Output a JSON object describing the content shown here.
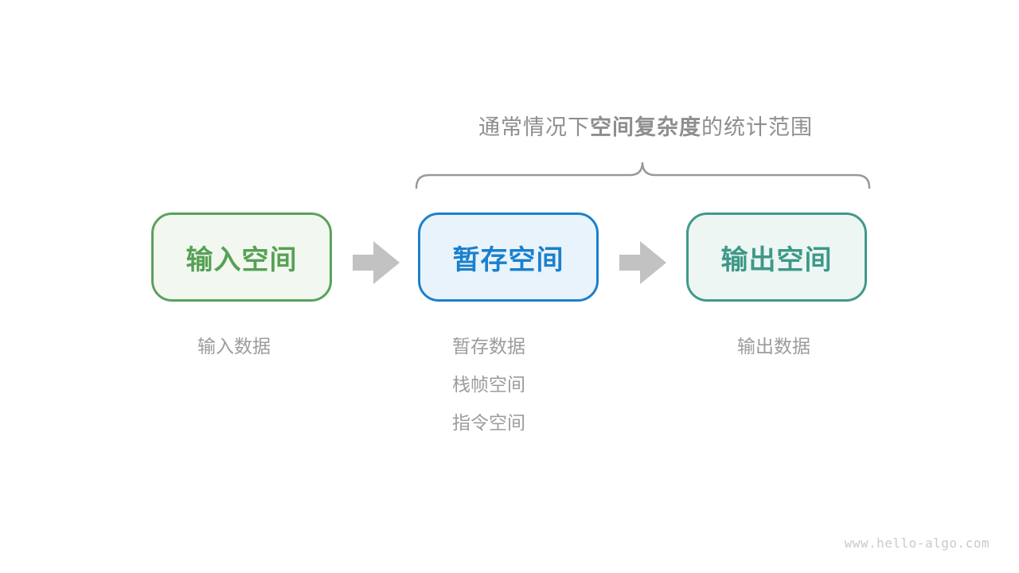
{
  "page": {
    "background": "#ffffff",
    "watermark": "www.hello-algo.com",
    "watermark_color": "#c9c9c9"
  },
  "title": {
    "prefix": "通常情况下",
    "emphasis": "空间复杂度",
    "suffix": "的统计范围",
    "color": "#8e8e8e"
  },
  "brace": {
    "color": "#999999",
    "covers": "暂存空间 + 输出空间"
  },
  "arrows": {
    "color": "#c2c2c2",
    "direction": "right"
  },
  "boxes": [
    {
      "label": "输入空间",
      "border": "#5BA15C",
      "fill": "#F2F8EF",
      "text_color": "#56A156"
    },
    {
      "label": "暂存空间",
      "border": "#1D80CA",
      "fill": "#E9F3FB",
      "text_color": "#1A80CD"
    },
    {
      "label": "输出空间",
      "border": "#40998B",
      "fill": "#EDF6F3",
      "text_color": "#3E9889"
    }
  ],
  "annotations": {
    "color": "#9c9c9c",
    "input": "输入数据",
    "temp_lines": [
      "暂存数据",
      "栈帧空间",
      "指令空间"
    ],
    "output": "输出数据"
  }
}
